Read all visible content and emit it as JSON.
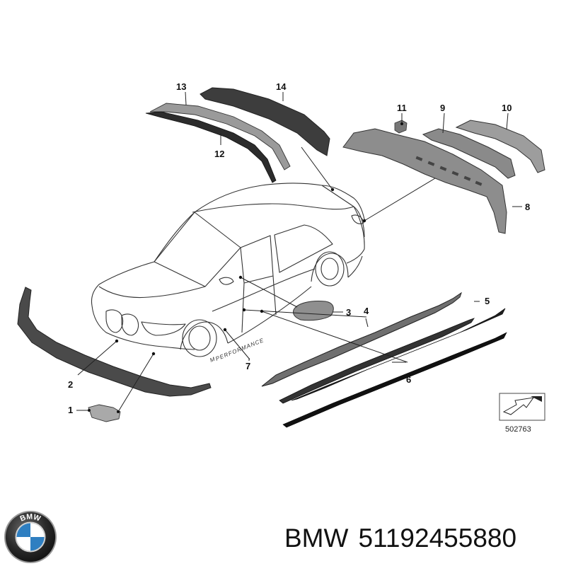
{
  "callouts": {
    "c1": "1",
    "c2": "2",
    "c3": "3",
    "c4": "4",
    "c5": "5",
    "c6": "6",
    "c7": "7",
    "c8": "8",
    "c9": "9",
    "c10": "10",
    "c11": "11",
    "c12": "12",
    "c13": "13",
    "c14": "14"
  },
  "badge_text": "PERFORMANCE",
  "badge_m": "M",
  "reference_number": "502763",
  "logo_letters": "BMW",
  "caption": {
    "brand": "BMW",
    "part_number": "51192455880"
  },
  "colors": {
    "line": "#222222",
    "part_fill": "#8c8c8c",
    "part_dark": "#3a3a3a",
    "bmw_blue": "#2f7fc1"
  }
}
